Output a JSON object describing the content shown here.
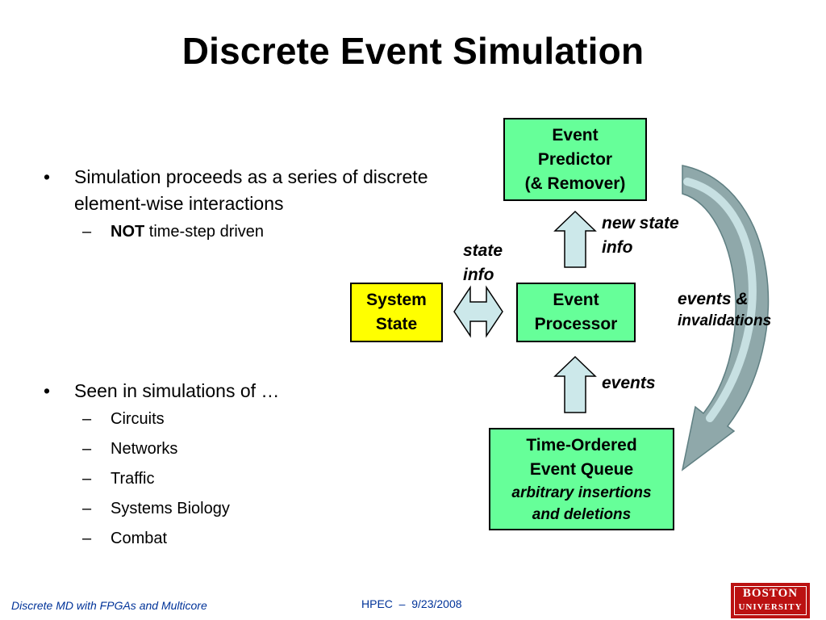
{
  "title": "Discrete Event Simulation",
  "bullets": [
    {
      "text": "Simulation proceeds as a series of discrete element-wise interactions",
      "sub": [
        {
          "bold": "NOT",
          "rest": " time-step driven"
        }
      ]
    },
    {
      "text": "Seen in simulations of …",
      "sub": [
        {
          "bold": "",
          "rest": "Circuits"
        },
        {
          "bold": "",
          "rest": "Networks"
        },
        {
          "bold": "",
          "rest": "Traffic"
        },
        {
          "bold": "",
          "rest": "Systems Biology"
        },
        {
          "bold": "",
          "rest": "Combat"
        }
      ]
    }
  ],
  "bullet_glyph": "•",
  "sub_glyph": "–",
  "diagram": {
    "predictor": {
      "line1": "Event",
      "line2": "Predictor",
      "line3": "(& Remover)"
    },
    "processor": {
      "line1": "Event",
      "line2": "Processor"
    },
    "system_state": {
      "line1": "System",
      "line2": "State"
    },
    "queue": {
      "line1": "Time-Ordered",
      "line2": "Event Queue",
      "line3": "arbitrary insertions",
      "line4": "and deletions"
    },
    "labels": {
      "new_state_1": "new state",
      "new_state_2": "info",
      "state_info_1": "state",
      "state_info_2": "info",
      "events_inv_1": "events &",
      "events_inv_2": "invalidations",
      "events": "events"
    },
    "colors": {
      "box_fill": "#66ff99",
      "state_fill": "#ffff00",
      "arrow_fill": "#cce8ea",
      "curve_fill": "#8fa8aa"
    }
  },
  "footer": {
    "left": "Discrete MD with FPGAs and Multicore",
    "middle": "HPEC  –  9/23/2008",
    "logo_line1": "BOSTON",
    "logo_line2": "UNIVERSITY"
  }
}
